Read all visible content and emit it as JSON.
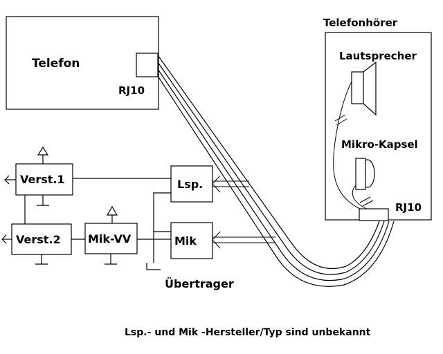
{
  "labels": {
    "telefon": "Telefon",
    "rj10_phone": "RJ10",
    "handset_title": "Telefonhörer",
    "lautsprecher": "Lautsprecher",
    "mikro_kapsel": "Mikro-Kapsel",
    "rj10_handset": "RJ10",
    "verst1": "Verst.1",
    "verst2": "Verst.2",
    "mik_vv": "Mik-VV",
    "lsp": "Lsp.",
    "mik": "Mik",
    "uebertrager": "Übertrager",
    "note": "Lsp.- und Mik -Hersteller/Typ sind unbekannt"
  }
}
